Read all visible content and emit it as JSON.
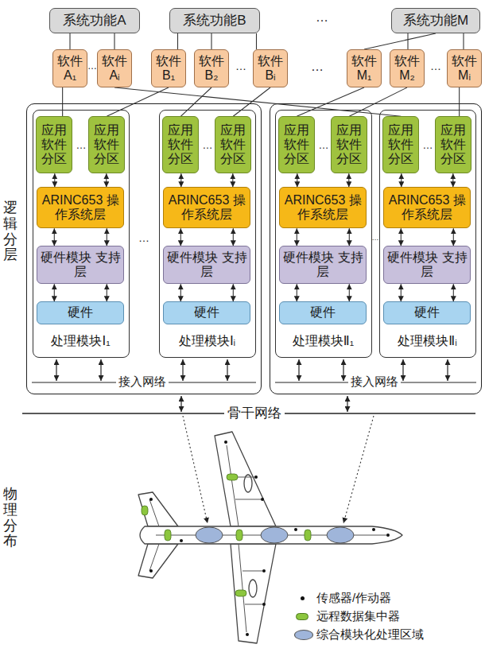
{
  "diagram": {
    "nodes": [
      {
        "text": [
          "系统功能A"
        ]
      },
      {
        "text": [
          "系统功能B"
        ]
      },
      {
        "text": [
          "系统功能M"
        ]
      },
      {
        "text": [
          "软件 A₁"
        ]
      },
      {
        "text": [
          "软件 Aᵢ"
        ]
      },
      {
        "text": [
          "软件 B₁"
        ]
      },
      {
        "text": [
          "软件 B₂"
        ]
      },
      {
        "text": [
          "软件 Bᵢ"
        ]
      },
      {
        "text": [
          "软件 M₁"
        ]
      },
      {
        "text": [
          "软件 M₂"
        ]
      },
      {
        "text": [
          "软件 Mᵢ"
        ]
      },
      {
        "text": [
          "接入网络"
        ]
      },
      {
        "text": [
          "处理模块Ⅰ₁"
        ],
        "in": 11
      },
      {
        "text": [
          "应用 软件 分区"
        ],
        "in": 12
      },
      {
        "text": [
          "应用 软件 分区"
        ],
        "in": 12
      },
      {
        "text": [
          "ARINC653 操作系统层"
        ],
        "in": 12
      },
      {
        "text": [
          "硬件模块 支持层"
        ],
        "in": 12
      },
      {
        "text": [
          "硬件"
        ],
        "in": 12
      },
      {
        "text": [
          "处理模块Ⅰᵢ"
        ],
        "in": 11
      },
      {
        "text": [
          "应用 软件 分区"
        ],
        "in": 18
      },
      {
        "text": [
          "应用 软件 分区"
        ],
        "in": 18
      },
      {
        "text": [
          "ARINC653 操作系统层"
        ],
        "in": 18
      },
      {
        "text": [
          "硬件模块 支持层"
        ],
        "in": 18
      },
      {
        "text": [
          "硬件"
        ],
        "in": 18
      },
      {
        "text": [
          "接入网络"
        ]
      },
      {
        "text": [
          "处理模块Ⅱ₁"
        ],
        "in": 24
      },
      {
        "text": [
          "应用 软件 分区"
        ],
        "in": 25
      },
      {
        "text": [
          "应用 软件 分区"
        ],
        "in": 25
      },
      {
        "text": [
          "ARINC653 操作系统层"
        ],
        "in": 25
      },
      {
        "text": [
          "硬件模块 支持层"
        ],
        "in": 25
      },
      {
        "text": [
          "硬件"
        ],
        "in": 25
      },
      {
        "text": [
          "处理模块Ⅱᵢ"
        ],
        "in": 24
      },
      {
        "text": [
          "应用 软件 分区"
        ],
        "in": 31
      },
      {
        "text": [
          "应用 软件 分区"
        ],
        "in": 31
      },
      {
        "text": [
          "ARINC653 操作系统层"
        ],
        "in": 31
      },
      {
        "text": [
          "硬件模块 支持层"
        ],
        "in": 31
      },
      {
        "text": [
          "硬件"
        ],
        "in": 31
      }
    ],
    "edges": [
      {
        "from": 0,
        "to": 3,
        "arrow": "none"
      },
      {
        "from": 0,
        "to": 4,
        "arrow": "none"
      },
      {
        "from": 1,
        "to": 5,
        "arrow": "none"
      },
      {
        "from": 1,
        "to": 6,
        "arrow": "none"
      },
      {
        "from": 1,
        "to": 7,
        "arrow": "none"
      },
      {
        "from": 2,
        "to": 8,
        "arrow": "none"
      },
      {
        "from": 2,
        "to": 9,
        "arrow": "none"
      },
      {
        "from": 2,
        "to": 10,
        "arrow": "none"
      },
      {
        "from": 3,
        "to": 13,
        "arrow": "none"
      },
      {
        "from": 4,
        "to": 32,
        "arrow": "none"
      },
      {
        "from": 5,
        "to": 14,
        "arrow": "none"
      },
      {
        "from": 6,
        "to": 19,
        "arrow": "none"
      },
      {
        "from": 7,
        "to": 20,
        "arrow": "none"
      },
      {
        "from": 8,
        "to": 26,
        "arrow": "none"
      },
      {
        "from": 9,
        "to": 27,
        "arrow": "none"
      },
      {
        "from": 10,
        "to": 33,
        "arrow": "none"
      },
      {
        "from": 13,
        "to": 15,
        "arrow": "both"
      },
      {
        "from": 14,
        "to": 15,
        "arrow": "both"
      },
      {
        "from": 15,
        "to": 16,
        "arrow": "both"
      },
      {
        "from": 15,
        "to": 16,
        "arrow": "both"
      },
      {
        "from": 16,
        "to": 17,
        "arrow": "both"
      },
      {
        "from": 16,
        "to": 17,
        "arrow": "both"
      },
      {
        "from": 19,
        "to": 21,
        "arrow": "both"
      },
      {
        "from": 20,
        "to": 21,
        "arrow": "both"
      },
      {
        "from": 21,
        "to": 22,
        "arrow": "both"
      },
      {
        "from": 21,
        "to": 22,
        "arrow": "both"
      },
      {
        "from": 22,
        "to": 23,
        "arrow": "both"
      },
      {
        "from": 22,
        "to": 23,
        "arrow": "both"
      },
      {
        "from": 26,
        "to": 28,
        "arrow": "both"
      },
      {
        "from": 27,
        "to": 28,
        "arrow": "both"
      },
      {
        "from": 28,
        "to": 29,
        "arrow": "both"
      },
      {
        "from": 28,
        "to": 29,
        "arrow": "both"
      },
      {
        "from": 29,
        "to": 30,
        "arrow": "both"
      },
      {
        "from": 29,
        "to": 30,
        "arrow": "both"
      },
      {
        "from": 32,
        "to": 34,
        "arrow": "both"
      },
      {
        "from": 33,
        "to": 34,
        "arrow": "both"
      },
      {
        "from": 34,
        "to": 35,
        "arrow": "both"
      },
      {
        "from": 34,
        "to": 35,
        "arrow": "both"
      },
      {
        "from": 35,
        "to": 36,
        "arrow": "both"
      },
      {
        "from": 35,
        "to": 36,
        "arrow": "both"
      }
    ],
    "labels": [
      "…",
      "…",
      "…",
      "…",
      "…",
      "…",
      "…",
      "…",
      "…",
      "…",
      "…",
      "逻辑分层",
      "骨干网络",
      "物理分布"
    ],
    "legend": [
      {
        "text": "传感器/作动器"
      },
      {
        "text": "远程数据集中器",
        "color": "#8cc63e"
      },
      {
        "text": "综合模块化处理区域",
        "color": "#9fb5da"
      }
    ]
  }
}
